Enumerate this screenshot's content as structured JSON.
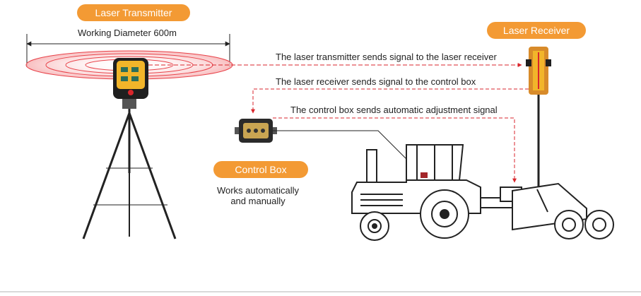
{
  "colors": {
    "accent": "#f39a34",
    "signal": "#d9262c",
    "beam": "#e8434a",
    "device_yellow": "#f2b52a",
    "line": "#222222"
  },
  "labels": {
    "transmitter": "Laser Transmitter",
    "receiver": "Laser Receiver",
    "control_box": "Control Box"
  },
  "texts": {
    "working_diameter": "Working Diameter 600m",
    "signal_1": "The laser transmitter sends signal to the laser receiver",
    "signal_2": "The laser receiver sends signal to the control box",
    "signal_3": "The control box sends automatic adjustment signal",
    "works_line1": "Works automatically",
    "works_line2": "and manually"
  },
  "icons": [
    "laser-transmitter-icon",
    "tripod-icon",
    "laser-receiver-icon",
    "control-box-icon",
    "tractor-icon",
    "grader-blade-icon"
  ]
}
